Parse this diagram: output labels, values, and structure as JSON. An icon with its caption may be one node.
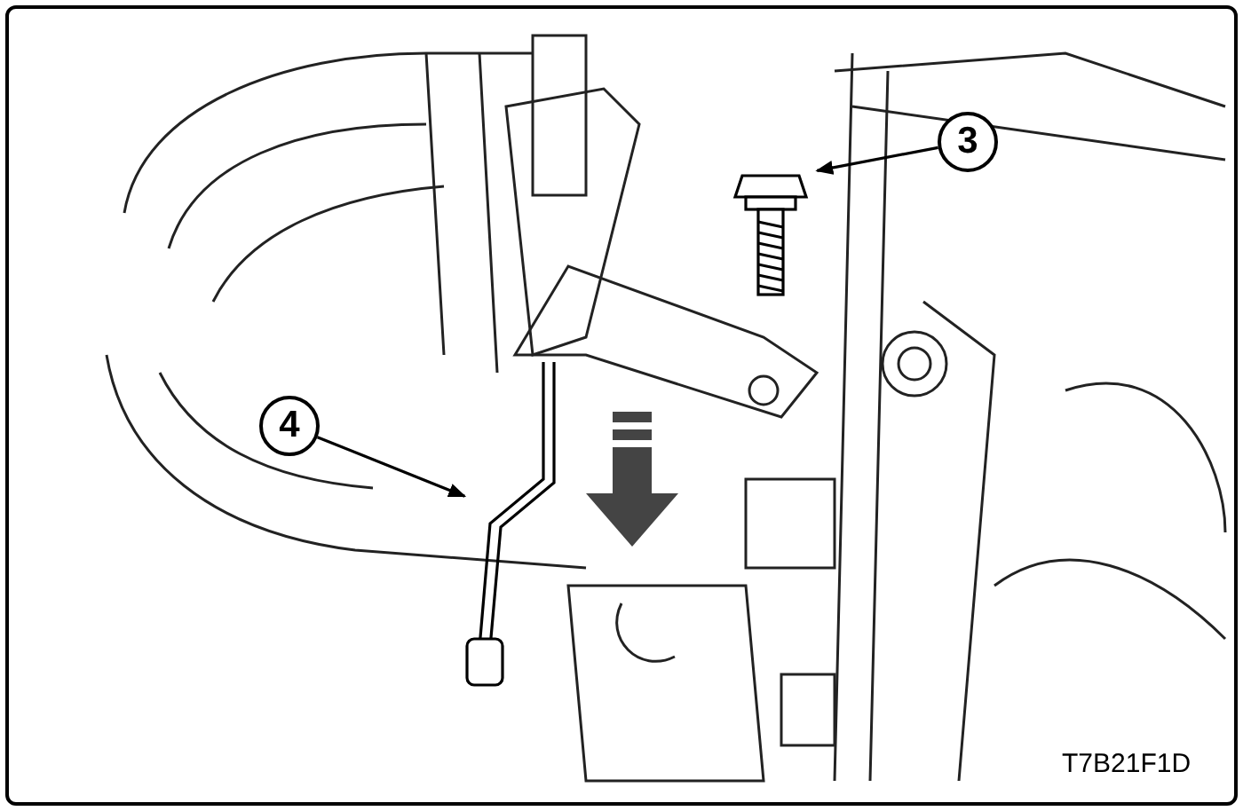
{
  "diagram": {
    "nodes": [
      {
        "text": [
          "3"
        ]
      },
      {
        "text": [],
        "shape": "picture"
      },
      {
        "text": [
          "4"
        ]
      },
      {
        "text": [],
        "shape": "picture"
      }
    ],
    "edges": [
      {
        "from": 0,
        "to": 1,
        "arrow": "to"
      },
      {
        "from": 2,
        "to": 3,
        "arrow": "to"
      }
    ],
    "labels": [
      "T7B21F1D"
    ]
  }
}
